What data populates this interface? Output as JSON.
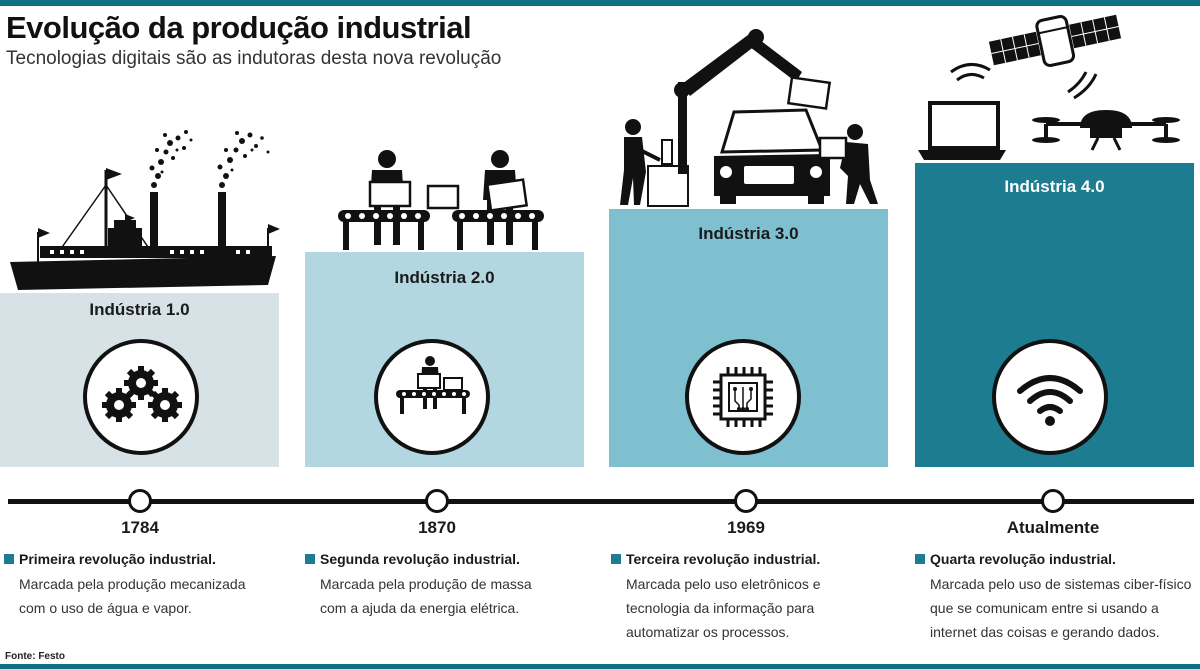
{
  "title": "Evolução da produção industrial",
  "subtitle": "Tecnologias digitais são as indutoras desta nova revolução",
  "colors": {
    "accent": "#0f6f84",
    "stage1": "#d6e2e6",
    "stage2": "#b3d7e1",
    "stage3": "#7ec0cf",
    "stage4": "#1e7c90"
  },
  "stages": [
    {
      "label": "Indústria 1.0",
      "year": "1784",
      "heading": "Primeira revolução industrial.",
      "description": "Marcada pela produção mecanizada\ncom o uso de água e vapor.",
      "icon": "gears-icon",
      "illustration": "steamship-illustration"
    },
    {
      "label": "Indústria 2.0",
      "year": "1870",
      "heading": "Segunda revolução industrial.",
      "description": "Marcada pela produção de massa\ncom a ajuda da energia elétrica.",
      "icon": "assembly-line-icon",
      "illustration": "assembly-line-workers-illustration"
    },
    {
      "label": "Indústria 3.0",
      "year": "1969",
      "heading": "Terceira revolução industrial.",
      "description": "Marcada pelo uso eletrônicos e\ntecnologia da informação para\nautomatizar os processos.",
      "icon": "microchip-icon",
      "illustration": "robot-arm-car-illustration"
    },
    {
      "label": "Indústria 4.0",
      "year": "Atualmente",
      "heading": "Quarta revolução industrial.",
      "description": "Marcada pelo uso de sistemas ciber-físico\nque se comunicam entre si usando a\ninternet das coisas e gerando dados.",
      "icon": "wifi-icon",
      "illustration": "satellite-laptop-drone-illustration"
    }
  ],
  "source": "Fonte: Festo"
}
